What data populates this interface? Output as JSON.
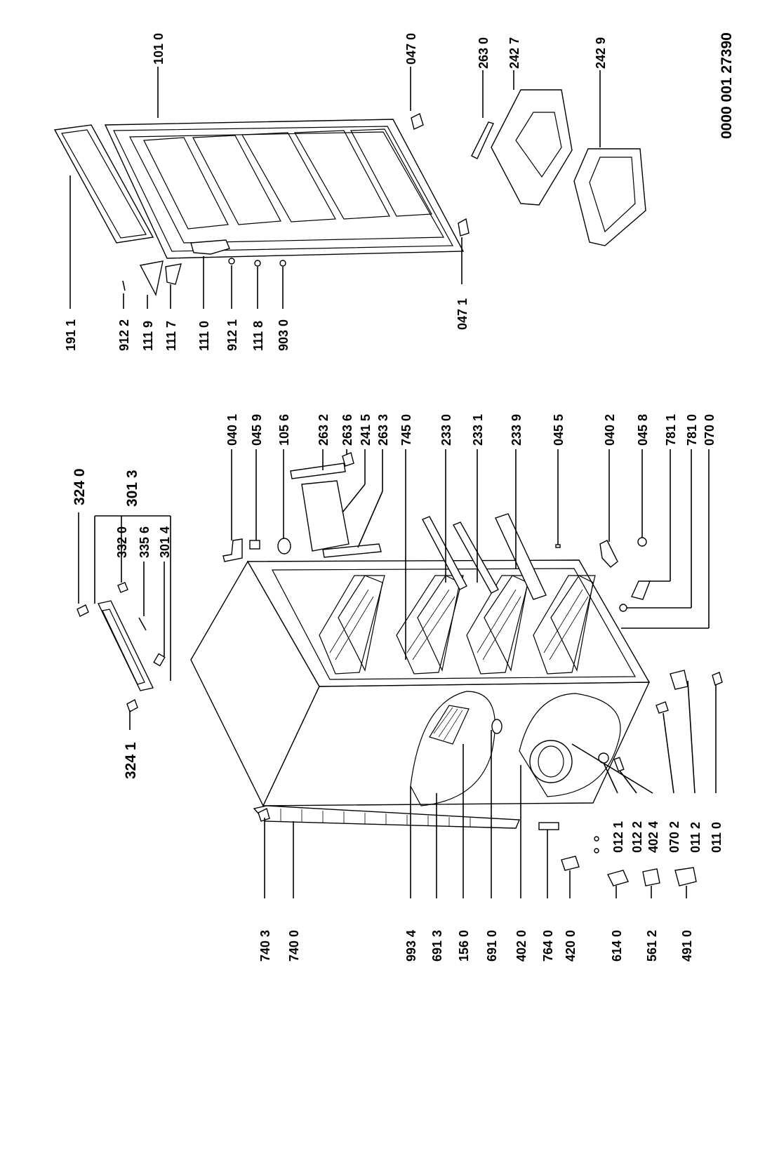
{
  "doc_code": "0000 001 27390",
  "labels": {
    "l1010": "101 0",
    "l0470": "047 0",
    "l2630": "263 0",
    "l2427": "242 7",
    "l2429": "242 9",
    "l1911": "191 1",
    "l9122": "912 2",
    "l1119": "111 9",
    "l1117": "111 7",
    "l1110": "111 0",
    "l9121": "912 1",
    "l1118": "111 8",
    "l9030": "903 0",
    "l0471": "047 1",
    "l3240": "324 0",
    "l3013": "301 3",
    "l3320": "332 0",
    "l3356": "335 6",
    "l3014": "301 4",
    "l3241": "324 1",
    "l0401": "040 1",
    "l0459": "045 9",
    "l1056": "105 6",
    "l2632": "263 2",
    "l2636": "263 6",
    "l2415": "241 5",
    "l2633": "263 3",
    "l7450": "745 0",
    "l2330": "233 0",
    "l2331": "233 1",
    "l2339": "233 9",
    "l0455": "045 5",
    "l0402": "040 2",
    "l0458": "045 8",
    "l7811": "781 1",
    "l7810": "781 0",
    "l0700": "070 0",
    "l7403": "740 3",
    "l7400": "740 0",
    "l9934": "993 4",
    "l6913": "691 3",
    "l1560": "156 0",
    "l6910": "691 0",
    "l4020": "402 0",
    "l7640": "764 0",
    "l4200": "420 0",
    "l6140": "614 0",
    "l5612": "561 2",
    "l4910": "491 0",
    "l0121": "012 1",
    "l0122": "012 2",
    "l4024": "402 4",
    "l0702": "070 2",
    "l0112": "011 2",
    "l0110": "011 0"
  }
}
